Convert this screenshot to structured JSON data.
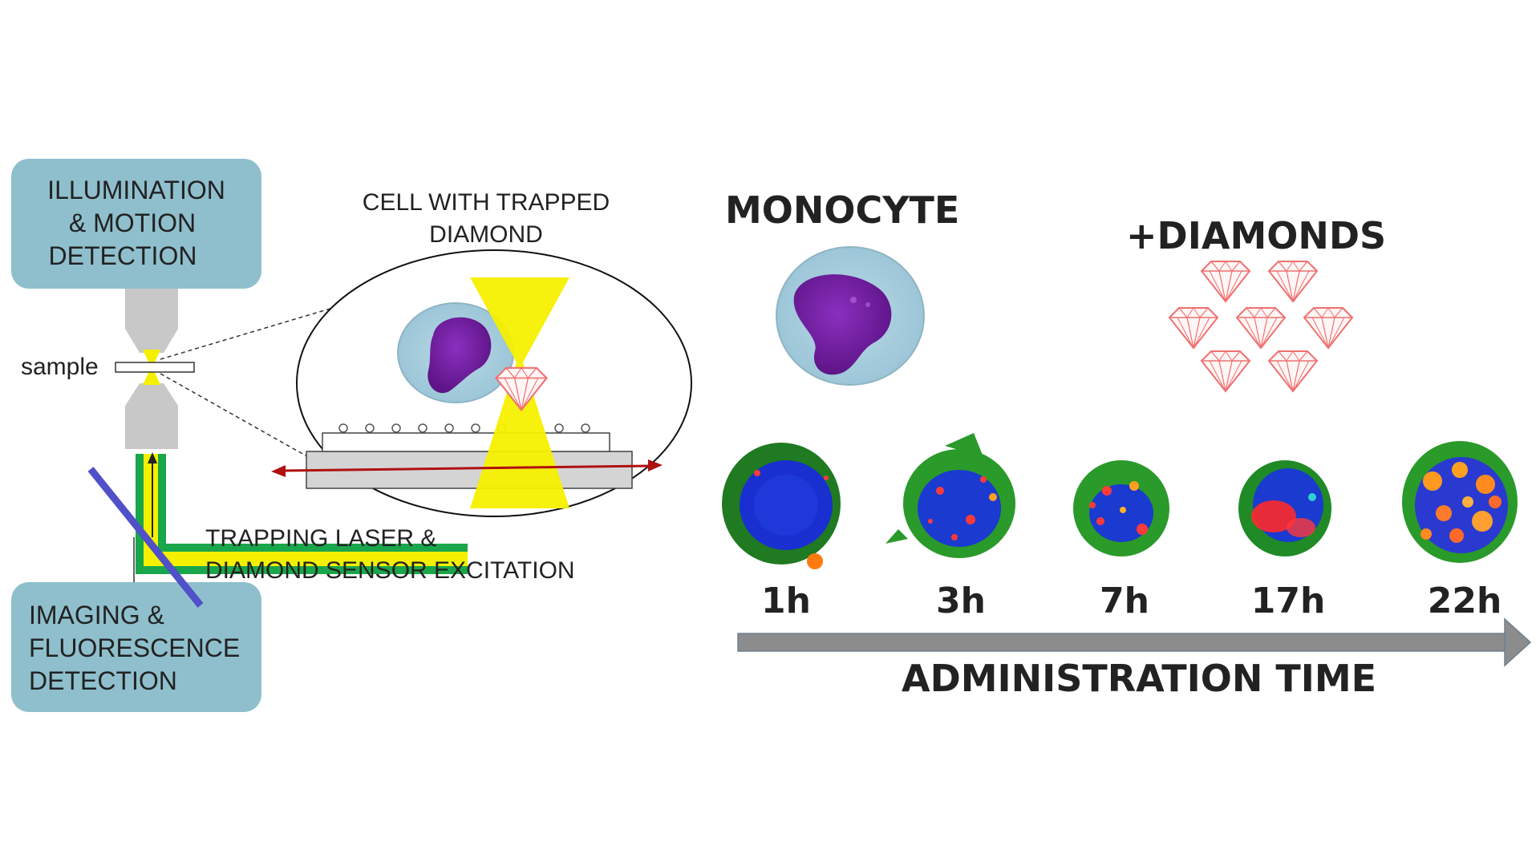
{
  "setup": {
    "illumination_box": [
      "ILLUMINATION",
      "& MOTION",
      "DETECTION"
    ],
    "imaging_box": [
      "IMAGING &",
      "FLUORESCENCE",
      "DETECTION"
    ],
    "sample_label": "sample",
    "cell_label": [
      "CELL WITH TRAPPED",
      "DIAMOND"
    ],
    "laser_label": [
      "TRAPPING LASER &",
      "DIAMOND SENSOR EXCITATION"
    ]
  },
  "process": {
    "monocyte_label": "MONOCYTE",
    "diamonds_label": "+DIAMONDS",
    "timepoints": [
      "1h",
      "3h",
      "7h",
      "17h",
      "22h"
    ],
    "axis_label": "ADMINISTRATION TIME"
  },
  "colors": {
    "box_fill": "#8fbfcd",
    "laser_yellow": "#f5f000",
    "laser_green": "#1aa64a",
    "nucleus": "#7a1fa2",
    "cell_body": "#a9cddd",
    "arrow_red": "#b01010",
    "timeline_gray": "#8c8c8c",
    "diamond_pink": "#f07070",
    "stain_blue": "#1a2fd0",
    "stain_green": "#2a9a2a",
    "stain_red": "#ff3a3a"
  }
}
